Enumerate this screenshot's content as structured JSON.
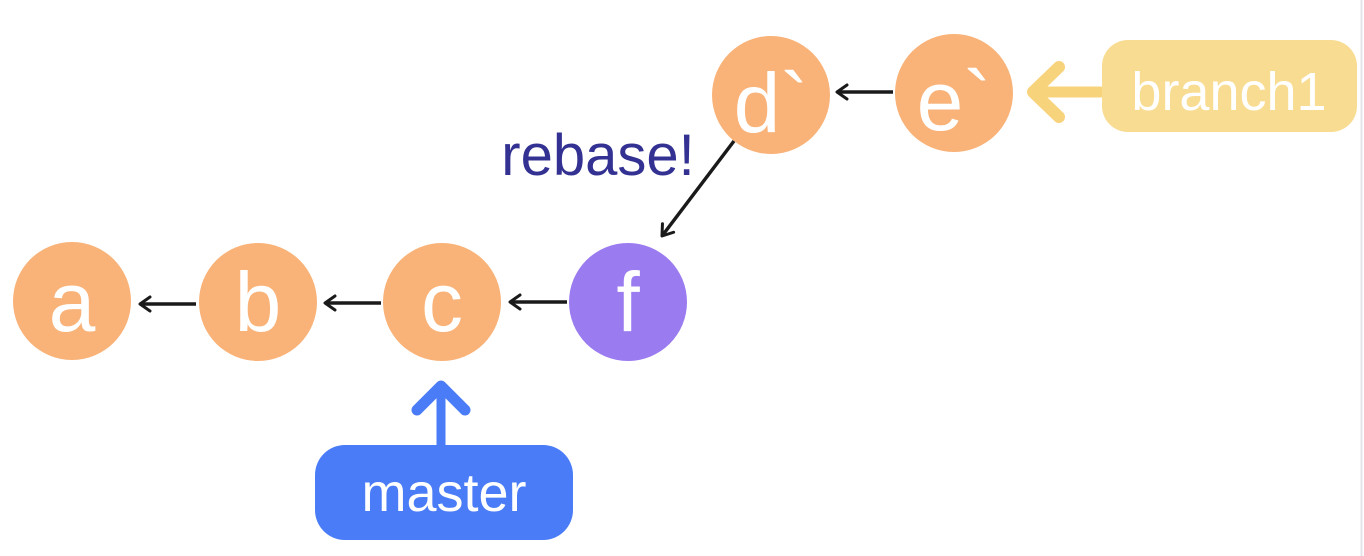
{
  "colors": {
    "background": "#FFFFFF",
    "commit_orange": "#F9B277",
    "commit_purple": "#9B7BF0",
    "node_text": "#FFFFFF",
    "edge_black": "#1A1A1A",
    "master_blue": "#4A7CF7",
    "branch1_yellow_box": "#F8DC92",
    "branch1_yellow_arrow": "#F7D37B",
    "annotation_indigo": "#333192",
    "canvas_edge": "#E2E2E6"
  },
  "annotation": {
    "text": "rebase!"
  },
  "commits": [
    {
      "id": "a",
      "label": "a"
    },
    {
      "id": "b",
      "label": "b"
    },
    {
      "id": "c",
      "label": "c"
    },
    {
      "id": "f",
      "label": "f"
    },
    {
      "id": "d-prime",
      "label": "d`"
    },
    {
      "id": "e-prime",
      "label": "e`"
    }
  ],
  "edges": [
    {
      "from": "b",
      "to": "a"
    },
    {
      "from": "c",
      "to": "b"
    },
    {
      "from": "f",
      "to": "c"
    },
    {
      "from": "e`",
      "to": "d`"
    },
    {
      "from": "d`",
      "to": "f"
    }
  ],
  "branch_labels": [
    {
      "label": "master",
      "points_to": "c"
    },
    {
      "label": "branch1",
      "points_to": "e`"
    }
  ]
}
